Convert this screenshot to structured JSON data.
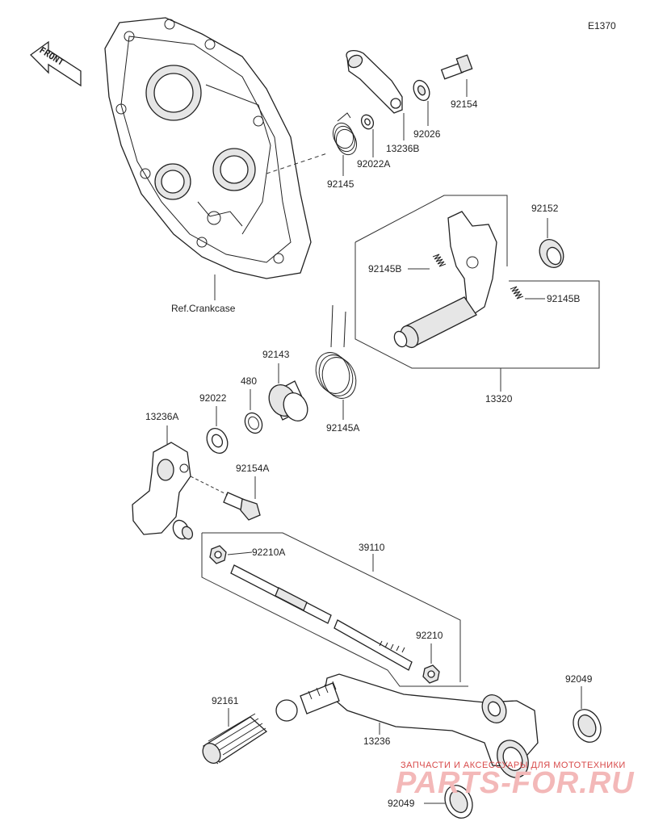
{
  "diagram_code": "E1370",
  "front_label": "FRONT",
  "reference": "Ref.Crankcase",
  "part_numbers": {
    "p92154": "92154",
    "p92026": "92026",
    "p13236B": "13236B",
    "p92022A": "92022A",
    "p92145": "92145",
    "p92152": "92152",
    "p92145B_left": "92145B",
    "p92145B_right": "92145B",
    "p13320": "13320",
    "p92143": "92143",
    "p480": "480",
    "p92022": "92022",
    "p92145A": "92145A",
    "p13236A": "13236A",
    "p92154A": "92154A",
    "p92210A": "92210A",
    "p39110": "39110",
    "p92210": "92210",
    "p92049_top": "92049",
    "p92161": "92161",
    "p13236": "13236",
    "p92049_bottom": "92049"
  },
  "watermark": {
    "line1": "ЗАПЧАСТИ И АКСЕССУАРЫ ДЛЯ МОТОТЕХНИКИ",
    "line2": "PARTS-FOR.RU"
  },
  "colors": {
    "line": "#222222",
    "watermark_red": "#d84a4a",
    "watermark_pink": "#f3b8b8"
  }
}
